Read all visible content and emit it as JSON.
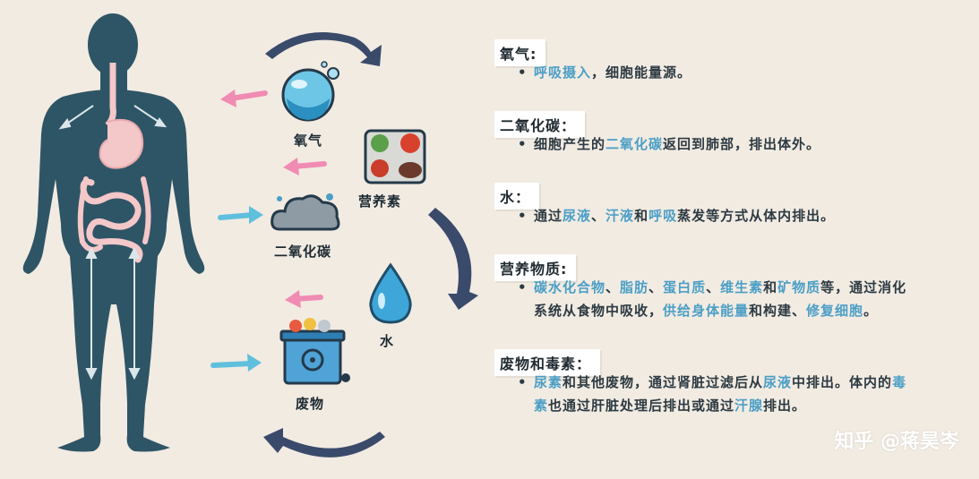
{
  "items": {
    "oxygen": "氧气",
    "co2": "二氧化碳",
    "nutrients": "营养素",
    "water": "水",
    "waste": "废物"
  },
  "sections": [
    {
      "title": "氧气:",
      "lines": [
        [
          {
            "t": "呼吸摄入",
            "h": true
          },
          {
            "t": "，细胞能量源。",
            "h": false
          }
        ]
      ]
    },
    {
      "title": "二氧化碳：",
      "lines": [
        [
          {
            "t": "细胞产生的",
            "h": false
          },
          {
            "t": "二氧化碳",
            "h": true
          },
          {
            "t": "返回到肺部，排出体外。",
            "h": false
          }
        ]
      ]
    },
    {
      "title": "水：",
      "lines": [
        [
          {
            "t": "通过",
            "h": false
          },
          {
            "t": "尿液",
            "h": true
          },
          {
            "t": "、",
            "h": false
          },
          {
            "t": "汗液",
            "h": true
          },
          {
            "t": "和",
            "h": false
          },
          {
            "t": "呼吸",
            "h": true
          },
          {
            "t": "蒸发等方式从体内排出。",
            "h": false
          }
        ]
      ]
    },
    {
      "title": "营养物质:",
      "lines": [
        [
          {
            "t": "碳水化合物",
            "h": true
          },
          {
            "t": "、",
            "h": false
          },
          {
            "t": "脂肪",
            "h": true
          },
          {
            "t": "、",
            "h": false
          },
          {
            "t": "蛋白质",
            "h": true
          },
          {
            "t": "、",
            "h": false
          },
          {
            "t": "维生素",
            "h": true
          },
          {
            "t": "和",
            "h": false
          },
          {
            "t": "矿物质",
            "h": true
          },
          {
            "t": "等，通过消化",
            "h": false
          }
        ],
        [
          {
            "t": "系统从食物中吸收，",
            "h": false
          },
          {
            "t": "供给身体能量",
            "h": true
          },
          {
            "t": "和构建、",
            "h": false
          },
          {
            "t": "修复细胞",
            "h": true
          },
          {
            "t": "。",
            "h": false
          }
        ]
      ]
    },
    {
      "title": "废物和毒素：",
      "lines": [
        [
          {
            "t": "尿素",
            "h": true
          },
          {
            "t": "和其他废物，通过肾脏过滤后从",
            "h": false
          },
          {
            "t": "尿液",
            "h": true
          },
          {
            "t": "中排出。体内的",
            "h": false
          },
          {
            "t": "毒",
            "h": true
          }
        ],
        [
          {
            "t": "素",
            "h": true
          },
          {
            "t": "也通过肝脏处理后排出或通过",
            "h": false
          },
          {
            "t": "汗腺",
            "h": true
          },
          {
            "t": "排出。",
            "h": false
          }
        ]
      ]
    }
  ],
  "watermark": "知乎 @蒋昊岑",
  "colors": {
    "background": "#f2ebe2",
    "body": "#2e5566",
    "highlight": "#4b9fc6",
    "arrow_pink": "#f08bb3",
    "arrow_blue": "#5fc0dd",
    "cycle_arrow": "#3a4a6b"
  }
}
